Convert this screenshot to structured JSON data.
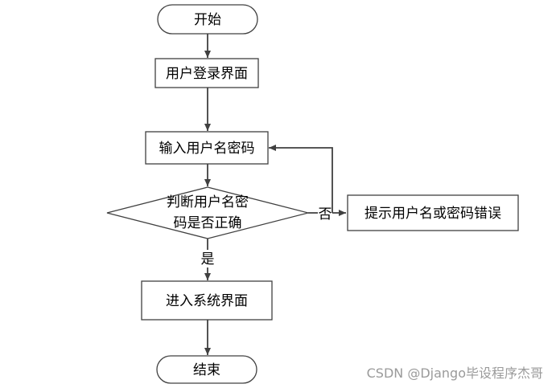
{
  "flowchart": {
    "start": "开始",
    "login_page": "用户登录界面",
    "input_credentials": "输入用户名密码",
    "decision_line1": "判断用户名密",
    "decision_line2": "码是否正确",
    "error_prompt": "提示用户名或密码错误",
    "enter_system": "进入系统界面",
    "end": "结束",
    "label_no": "否",
    "label_yes": "是"
  },
  "watermark": "CSDN @Django毕设程序杰哥",
  "colors": {
    "stroke": "#404040",
    "text": "#000000",
    "watermark": "#9a9a9a",
    "background": "#ffffff"
  }
}
